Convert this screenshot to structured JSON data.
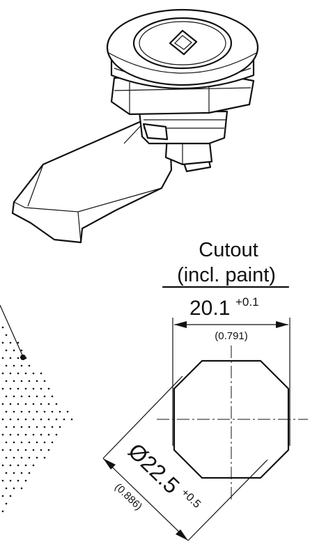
{
  "cutout": {
    "title_line1": "Cutout",
    "title_line2": "(incl. paint)"
  },
  "width_dim": {
    "value": "20.1",
    "tolerance": "+0.1",
    "inch": "(0.791)"
  },
  "diameter_dim": {
    "value": "Ø22.5",
    "tolerance": "+0.5",
    "inch": "(0.886)"
  },
  "colors": {
    "line": "#111111",
    "background": "#ffffff"
  }
}
